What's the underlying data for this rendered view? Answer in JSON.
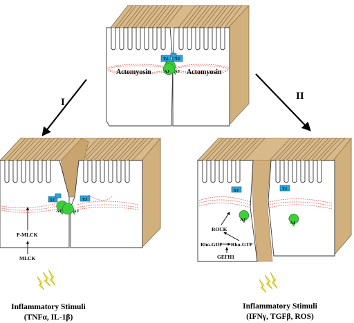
{
  "labels": {
    "actomyosin_left": "Actomyosin",
    "actomyosin_right": "Actomyosin",
    "pathway_one": "I",
    "pathway_two": "II",
    "tj": "TJ",
    "aj": "AJ",
    "p_mlck": "P-MLCK",
    "mlck": "MLCK",
    "rock": "ROCK",
    "rho_gdp": "Rho-GDP",
    "rho_gtp": "Rho-GTP",
    "gefh1": "GEFH1"
  },
  "stimuli_left": {
    "title": "Inflammatory Stimuli",
    "agents": "(TNFα, IL-1β)"
  },
  "stimuli_right": {
    "title": "Inflammatory Stimuli",
    "agents": "(IFNγ, TGFβ, ROS)"
  }
}
